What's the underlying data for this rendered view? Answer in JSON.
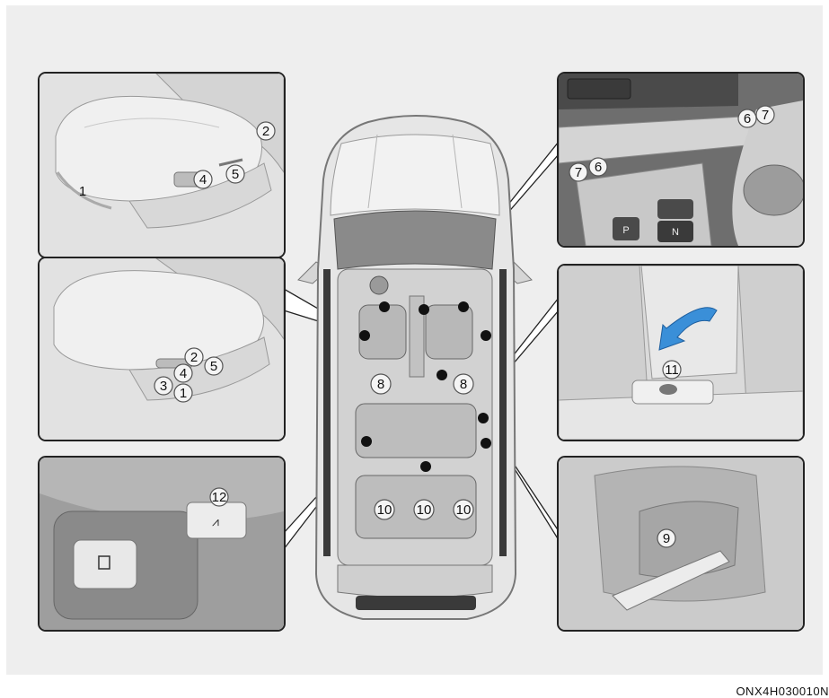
{
  "caption": "ONX4H030010N",
  "panels": {
    "front_seat_upper": {
      "labels": [
        "1",
        "2",
        "4",
        "5"
      ]
    },
    "front_seat_lower": {
      "labels": [
        "2",
        "4",
        "5",
        "3",
        "1"
      ]
    },
    "console": {
      "labels": [
        "7",
        "6",
        "6",
        "7",
        "P",
        "N"
      ]
    },
    "rear_seat": {
      "labels": [
        "11"
      ]
    },
    "door_panel": {
      "labels": [
        "12"
      ]
    },
    "rear_door_handle": {
      "labels": [
        "9"
      ]
    }
  },
  "car": {
    "labels": [
      "8",
      "8",
      "10",
      "10",
      "10"
    ]
  }
}
